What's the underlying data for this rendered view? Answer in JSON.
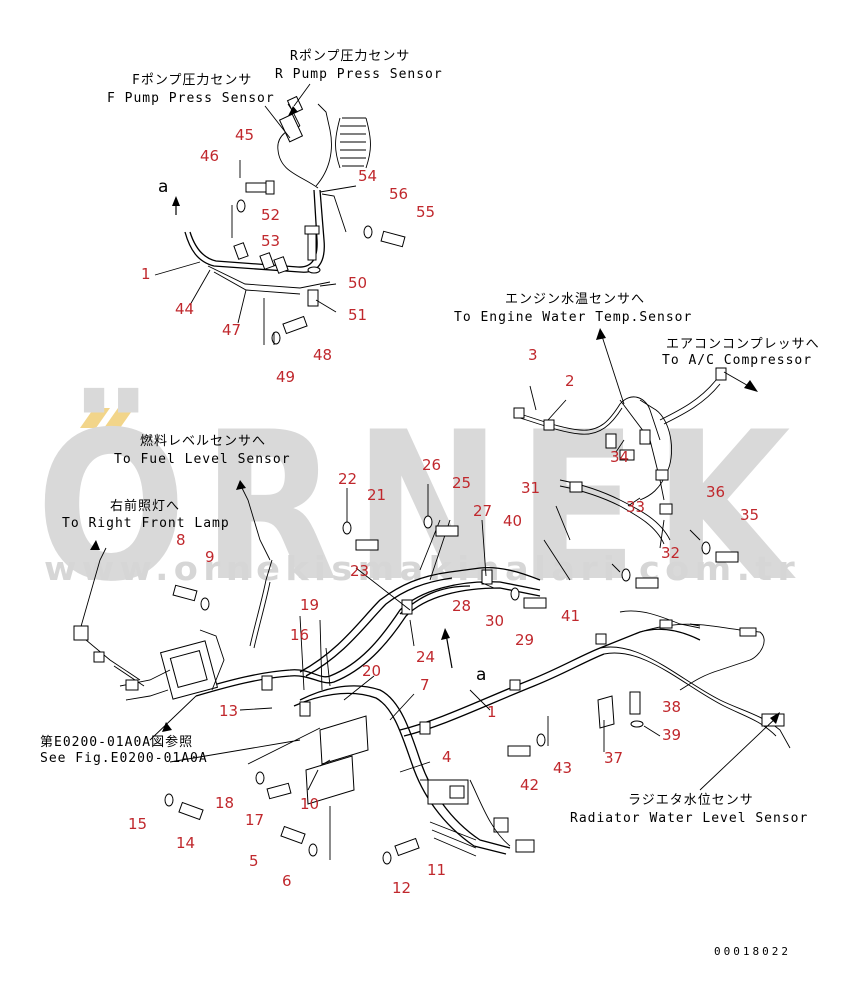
{
  "watermark": {
    "brand": "ÖRNEK",
    "url": "www.ornekismakinalari.com.tr",
    "accent_color": "#f2d58a"
  },
  "drawing_id": "00018022",
  "labels": {
    "r_pump_jp": "Rポンプ圧力センサ",
    "r_pump_en": "R Pump Press Sensor",
    "f_pump_jp": "Fポンプ圧力センサ",
    "f_pump_en": "F Pump Press Sensor",
    "engine_temp_jp": "エンジン水温センサへ",
    "engine_temp_en": "To Engine Water Temp.Sensor",
    "ac_jp": "エアコンコンプレッサへ",
    "ac_en": "To A/C Compressor",
    "fuel_jp": "燃料レベルセンサへ",
    "fuel_en": "To Fuel Level Sensor",
    "lamp_jp": "右前照灯へ",
    "lamp_en": "To Right Front Lamp",
    "ref_jp": "第E0200-01A0A図参照",
    "ref_en": "See Fig.E0200-01A0A",
    "radiator_jp": "ラジエタ水位センサ",
    "radiator_en": "Radiator Water Level Sensor"
  },
  "connector_mark": "a",
  "part_numbers": [
    "1",
    "2",
    "3",
    "4",
    "5",
    "6",
    "7",
    "8",
    "9",
    "10",
    "11",
    "12",
    "13",
    "14",
    "15",
    "16",
    "17",
    "18",
    "19",
    "20",
    "21",
    "22",
    "23",
    "24",
    "25",
    "26",
    "27",
    "28",
    "29",
    "30",
    "31",
    "32",
    "33",
    "34",
    "35",
    "36",
    "37",
    "38",
    "39",
    "40",
    "41",
    "42",
    "43",
    "44",
    "45",
    "46",
    "47",
    "48",
    "49",
    "50",
    "51",
    "52",
    "53",
    "54",
    "55",
    "56"
  ],
  "colors": {
    "callout": "#c0282d",
    "line": "#000000",
    "watermark": "#d9d9d9"
  }
}
